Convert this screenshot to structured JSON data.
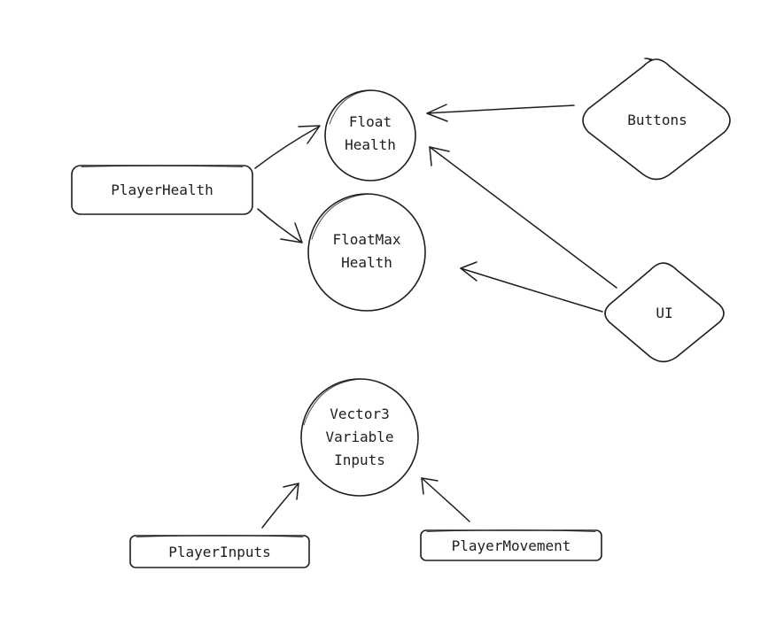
{
  "nodes": {
    "player_health": "PlayerHealth",
    "float_health": [
      "Float",
      "Health"
    ],
    "float_max_health": [
      "FloatMax",
      "Health"
    ],
    "buttons": "Buttons",
    "ui": "UI",
    "vector3_inputs": [
      "Vector3",
      "Variable",
      "Inputs"
    ],
    "player_inputs": "PlayerInputs",
    "player_movement": "PlayerMovement"
  },
  "edges": [
    {
      "from": "PlayerHealth",
      "to": "Float Health"
    },
    {
      "from": "PlayerHealth",
      "to": "FloatMax Health"
    },
    {
      "from": "Buttons",
      "to": "Float Health"
    },
    {
      "from": "UI",
      "to": "Float Health"
    },
    {
      "from": "UI",
      "to": "FloatMax Health"
    },
    {
      "from": "PlayerInputs",
      "to": "Vector3 Variable Inputs"
    },
    {
      "from": "PlayerMovement",
      "to": "Vector3 Variable Inputs"
    }
  ],
  "colors": {
    "stroke": "#1e1e1e",
    "background": "#ffffff"
  }
}
